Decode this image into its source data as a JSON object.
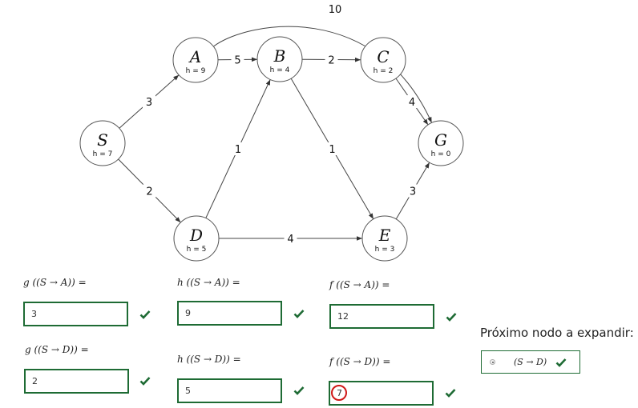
{
  "graph": {
    "nodes": [
      {
        "id": "S",
        "label": "S",
        "h": "h = 7"
      },
      {
        "id": "A",
        "label": "A",
        "h": "h = 9"
      },
      {
        "id": "B",
        "label": "B",
        "h": "h = 4"
      },
      {
        "id": "C",
        "label": "C",
        "h": "h = 2"
      },
      {
        "id": "G",
        "label": "G",
        "h": "h = 0"
      },
      {
        "id": "D",
        "label": "D",
        "h": "h = 5"
      },
      {
        "id": "E",
        "label": "E",
        "h": "h = 3"
      }
    ],
    "edges": [
      {
        "from": "S",
        "to": "A",
        "weight": "3"
      },
      {
        "from": "S",
        "to": "D",
        "weight": "2"
      },
      {
        "from": "A",
        "to": "B",
        "weight": "5"
      },
      {
        "from": "B",
        "to": "C",
        "weight": "2"
      },
      {
        "from": "C",
        "to": "G",
        "weight": "4"
      },
      {
        "from": "A",
        "to": "G",
        "weight": "10"
      },
      {
        "from": "D",
        "to": "B",
        "weight": "1"
      },
      {
        "from": "B",
        "to": "E",
        "weight": "1"
      },
      {
        "from": "D",
        "to": "E",
        "weight": "4"
      },
      {
        "from": "E",
        "to": "G",
        "weight": "3"
      }
    ]
  },
  "fields": {
    "g_SA": {
      "label": "g ((S → A)) =",
      "value": "3"
    },
    "h_SA": {
      "label": "h ((S → A)) =",
      "value": "9"
    },
    "f_SA": {
      "label": "f ((S → A)) =",
      "value": "12"
    },
    "g_SD": {
      "label": "g ((S → D)) =",
      "value": "2"
    },
    "h_SD": {
      "label": "h ((S → D)) =",
      "value": "5"
    },
    "f_SD": {
      "label": "f ((S → D)) =",
      "value": "7"
    }
  },
  "next_node": {
    "title": "Próximo nodo a expandir:",
    "option_label": "(S → D)",
    "selected": true
  },
  "colors": {
    "correct": "#1e6b34",
    "cursor": "#d01818"
  }
}
